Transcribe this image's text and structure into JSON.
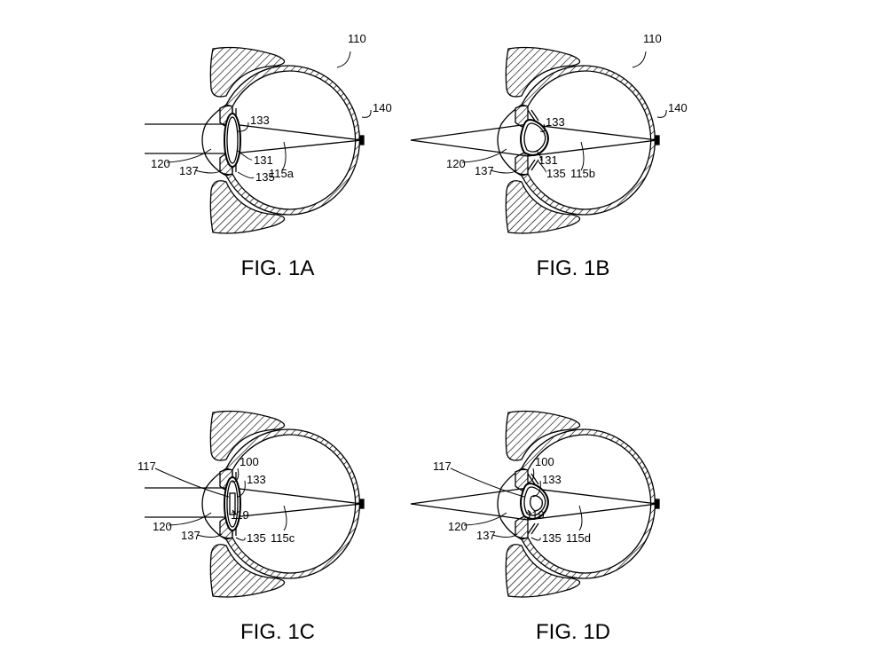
{
  "figures": [
    {
      "id": "1A",
      "caption": "FIG. 1A",
      "mode": "far",
      "labels": {
        "eye": "110",
        "retina": "140",
        "lens": "133",
        "capsule": "131",
        "ray": "115a",
        "cornea": "120",
        "iris": "137",
        "ciliary": "135"
      }
    },
    {
      "id": "1B",
      "caption": "FIG. 1B",
      "mode": "near",
      "labels": {
        "eye": "110",
        "retina": "140",
        "lens": "133",
        "capsule": "131",
        "ray": "115b",
        "cornea": "120",
        "iris": "137",
        "ciliary": "135"
      }
    },
    {
      "id": "1C",
      "caption": "FIG. 1C",
      "mode": "far-implant",
      "labels": {
        "implant_edge": "117",
        "implant": "100",
        "lens": "133",
        "core": "119",
        "ray": "115c",
        "cornea": "120",
        "iris": "137",
        "ciliary": "135"
      }
    },
    {
      "id": "1D",
      "caption": "FIG. 1D",
      "mode": "near-implant",
      "labels": {
        "implant_edge": "117",
        "implant": "100",
        "lens": "133",
        "core": "119",
        "ray": "115d",
        "cornea": "120",
        "iris": "137",
        "ciliary": "135"
      }
    }
  ]
}
